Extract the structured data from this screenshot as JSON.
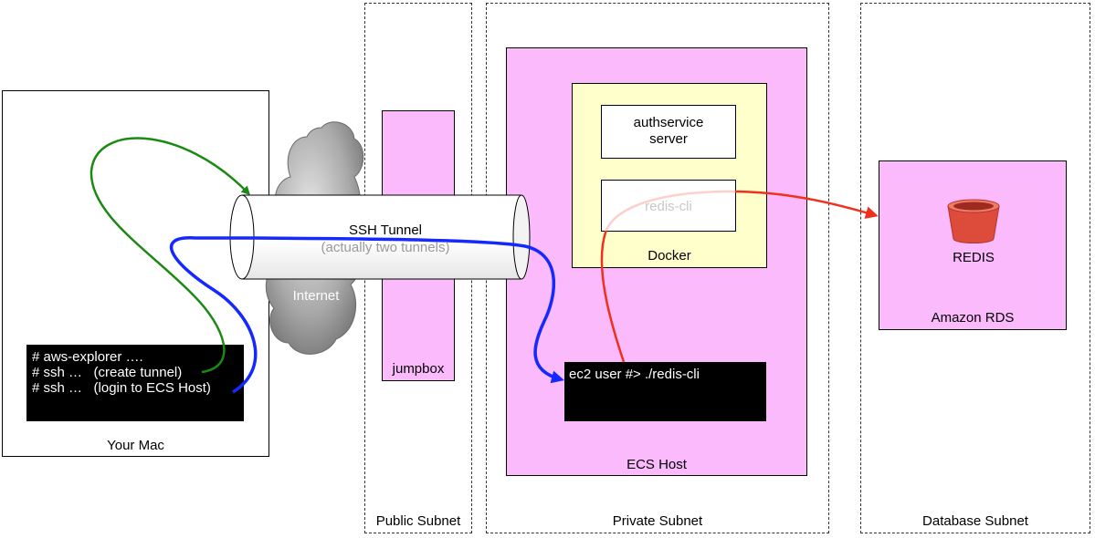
{
  "mac": {
    "label": "Your Mac",
    "terminal_lines": [
      "# aws-explorer ….",
      "# ssh …   (create tunnel)",
      "# ssh …   (login to ECS Host)"
    ]
  },
  "internet": {
    "label": "Internet"
  },
  "tunnel": {
    "title": "SSH Tunnel",
    "subtitle": "(actually two tunnels)"
  },
  "public_subnet": {
    "label": "Public Subnet",
    "jumpbox": "jumpbox"
  },
  "private_subnet": {
    "label": "Private Subnet",
    "ecs_host": "ECS Host",
    "docker": "Docker",
    "authservice": "authservice\nserver",
    "redis_cli": "redis-cli",
    "terminal": "ec2 user #> ./redis-cli"
  },
  "database_subnet": {
    "label": "Database Subnet",
    "rds": "Amazon RDS",
    "redis": "REDIS"
  },
  "colors": {
    "pink": "#fbbafb",
    "yellow": "#ffffcc",
    "green_arrow": "#1a8a12",
    "blue_arrow": "#1428ff",
    "red_arrow": "#f0301c",
    "bucket": "#dd4b3a"
  }
}
